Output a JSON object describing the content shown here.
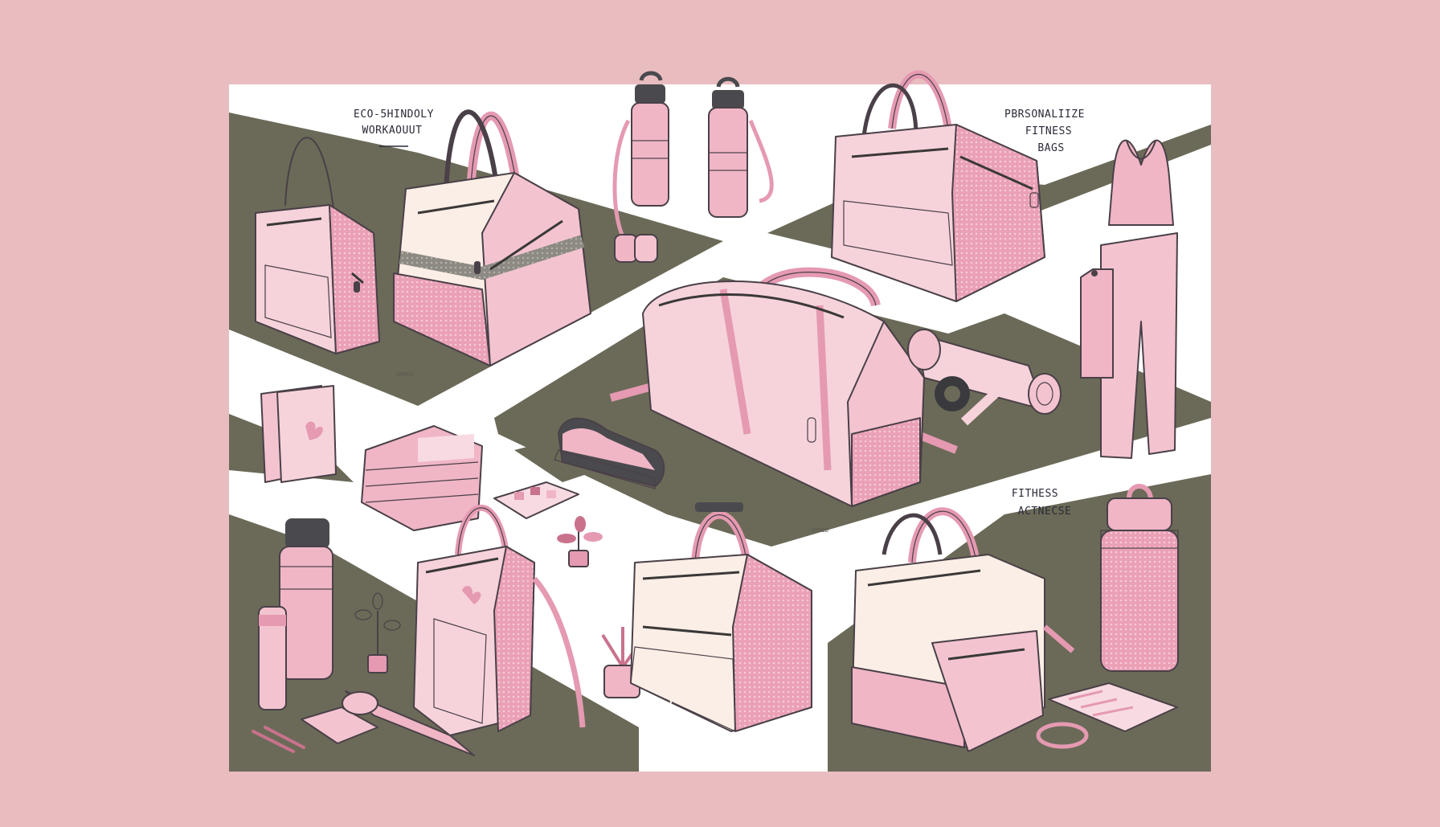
{
  "labels": {
    "eco_line1": "ECO-5HINDOLY",
    "eco_line2": "WORKAOUUT",
    "personal_line1": "PBRSONALIIZE",
    "personal_line2": "FITNESS",
    "personal_line3": "BAGS",
    "fitness_line1": "FITHESS",
    "fitness_line2": "ACTNECSE"
  },
  "colors": {
    "background": "#e9bcc0",
    "panel": "#ffffff",
    "olive": "#6b6a58",
    "pink": "#f0b6c6",
    "pink_light": "#f8dbe2",
    "cream": "#fbeee6",
    "outline": "#4a4048",
    "accent": "#c9728c"
  }
}
